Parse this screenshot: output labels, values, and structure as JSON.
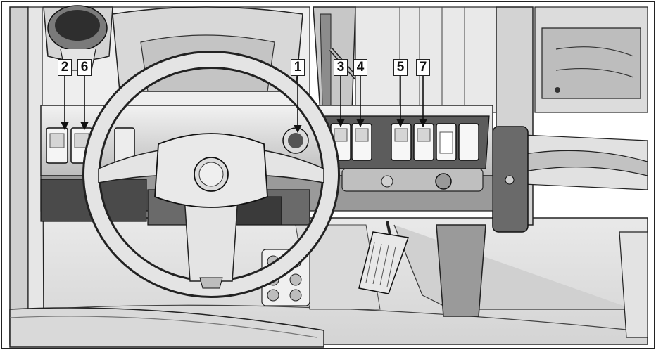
{
  "figure": {
    "type": "vehicle dashboard switch location illustration",
    "callouts": [
      {
        "id": "callout-1",
        "label": "1"
      },
      {
        "id": "callout-2",
        "label": "2"
      },
      {
        "id": "callout-3",
        "label": "3"
      },
      {
        "id": "callout-4",
        "label": "4"
      },
      {
        "id": "callout-5",
        "label": "5"
      },
      {
        "id": "callout-6",
        "label": "6"
      },
      {
        "id": "callout-7",
        "label": "7"
      }
    ]
  },
  "colors": {
    "line": "#222222",
    "light_gray": "#e6e6e6",
    "mid_gray": "#c9c9c9",
    "dark_gray": "#8a8a8a",
    "shadow": "#3a3a3a"
  },
  "icons": [
    "steering-wheel-icon",
    "accelerator-pedal-icon",
    "rocker-switch-icon",
    "cup-holder-icon",
    "callout-arrow-icon"
  ]
}
